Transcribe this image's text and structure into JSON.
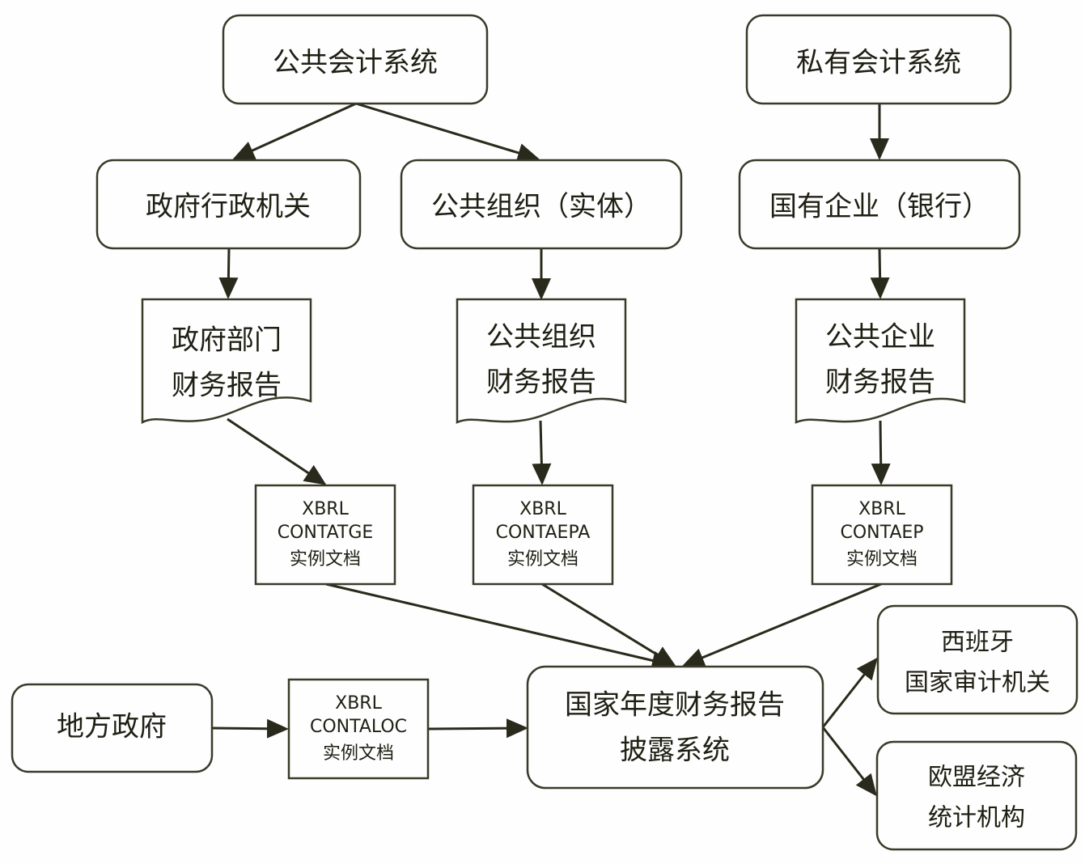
{
  "nodes": {
    "public_accounting": {
      "lines": [
        "公共会计系统"
      ]
    },
    "private_accounting": {
      "lines": [
        "私有会计系统"
      ]
    },
    "gov_admin": {
      "lines": [
        "政府行政机关"
      ]
    },
    "public_org_entity": {
      "lines": [
        "公共组织（实体）"
      ]
    },
    "state_enterprise_bank": {
      "lines": [
        "国有企业（银行）"
      ]
    },
    "gov_dept_report": {
      "lines": [
        "政府部门",
        "财务报告"
      ]
    },
    "public_org_report": {
      "lines": [
        "公共组织",
        "财务报告"
      ]
    },
    "public_enterprise_report": {
      "lines": [
        "公共企业",
        "财务报告"
      ]
    },
    "xbrl_contatge": {
      "lines": [
        "XBRL",
        "CONTATGE",
        "实例文档"
      ]
    },
    "xbrl_contaepa": {
      "lines": [
        "XBRL",
        "CONTAEPA",
        "实例文档"
      ]
    },
    "xbrl_contaep": {
      "lines": [
        "XBRL",
        "CONTAEP",
        "实例文档"
      ]
    },
    "local_gov": {
      "lines": [
        "地方政府"
      ]
    },
    "xbrl_contaloc": {
      "lines": [
        "XBRL",
        "CONTALOC",
        "实例文档"
      ]
    },
    "national_disclosure": {
      "lines": [
        "国家年度财务报告",
        "披露系统"
      ]
    },
    "spain_audit": {
      "lines": [
        "西班牙",
        "国家审计机关"
      ]
    },
    "eu_stats": {
      "lines": [
        "欧盟经济",
        "统计机构"
      ]
    }
  },
  "colors": {
    "stroke": "#3a3a2a",
    "text": "#1f1f14",
    "background": "#fefefe"
  }
}
